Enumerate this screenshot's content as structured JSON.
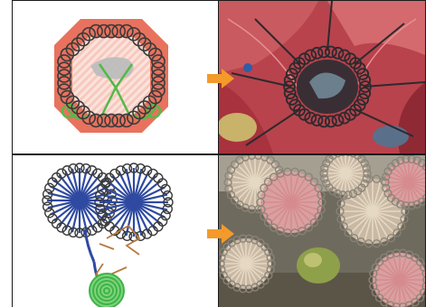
{
  "figure": {
    "rows": [
      {
        "diagram": {
          "icon": "octagonal-coil-ring-diagram",
          "colors": {
            "coil": "#3a3a3a",
            "base": "#e8725e",
            "inner": "#bdbdbd",
            "legs": "#54b948"
          }
        },
        "photo": {
          "icon": "coil-ring-on-red-leaves-photo",
          "colors": {
            "leaves": "#c83a48",
            "wire": "#2c2a2e"
          }
        }
      },
      {
        "diagram": {
          "icon": "double-blue-spoked-coil-diagram",
          "colors": {
            "spokes": "#2f4aa0",
            "coil": "#3a3a3a",
            "tie": "#b77a3f",
            "spiral": "#3db34a"
          }
        },
        "photo": {
          "icon": "spoked-coil-wheels-photo",
          "colors": {
            "thread": "#d68b8f",
            "wire": "#8a8377"
          }
        }
      }
    ],
    "arrow_color": "#f39a2b"
  }
}
